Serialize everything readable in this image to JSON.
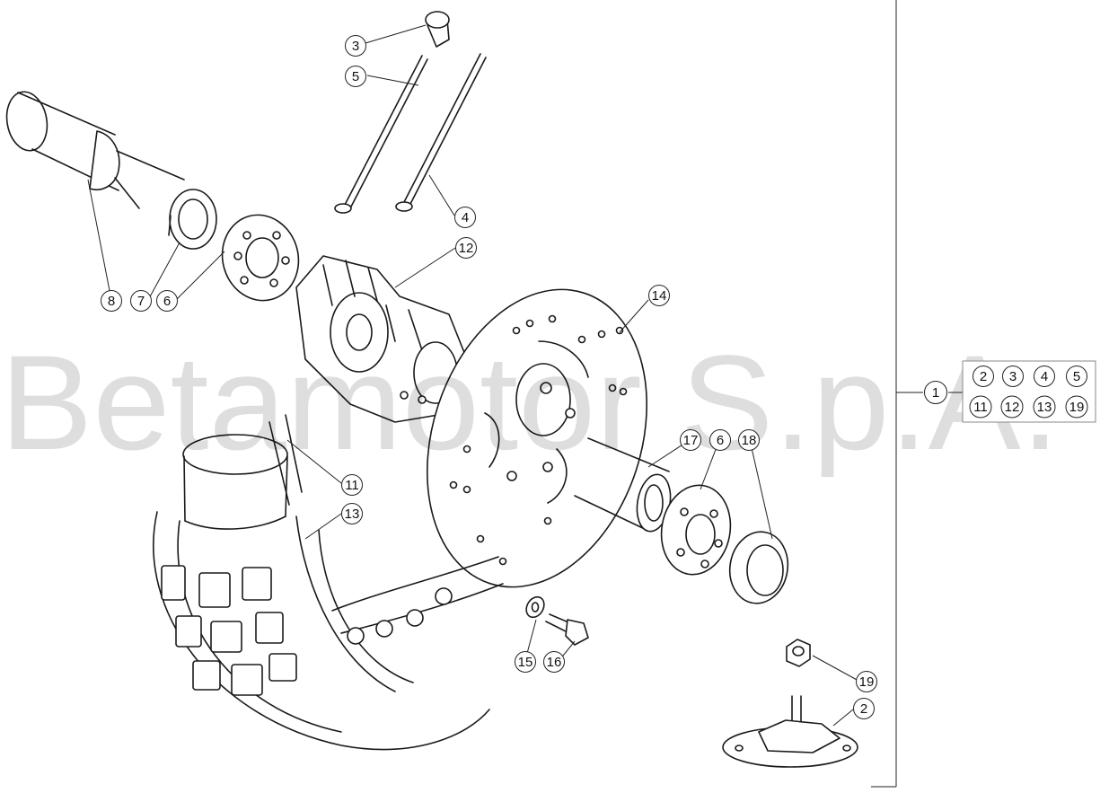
{
  "watermark": "Betamotor S.p.A.",
  "callouts": {
    "c2": "2",
    "c3": "3",
    "c4": "4",
    "c5": "5",
    "c6a": "6",
    "c6b": "6",
    "c7": "7",
    "c8": "8",
    "c11": "11",
    "c12": "12",
    "c13": "13",
    "c14": "14",
    "c15": "15",
    "c16": "16",
    "c17": "17",
    "c18": "18",
    "c19": "19",
    "c1": "1"
  },
  "kit_table": {
    "row1": [
      "2",
      "3",
      "4",
      "5"
    ],
    "row2": [
      "11",
      "12",
      "13",
      "19"
    ]
  }
}
